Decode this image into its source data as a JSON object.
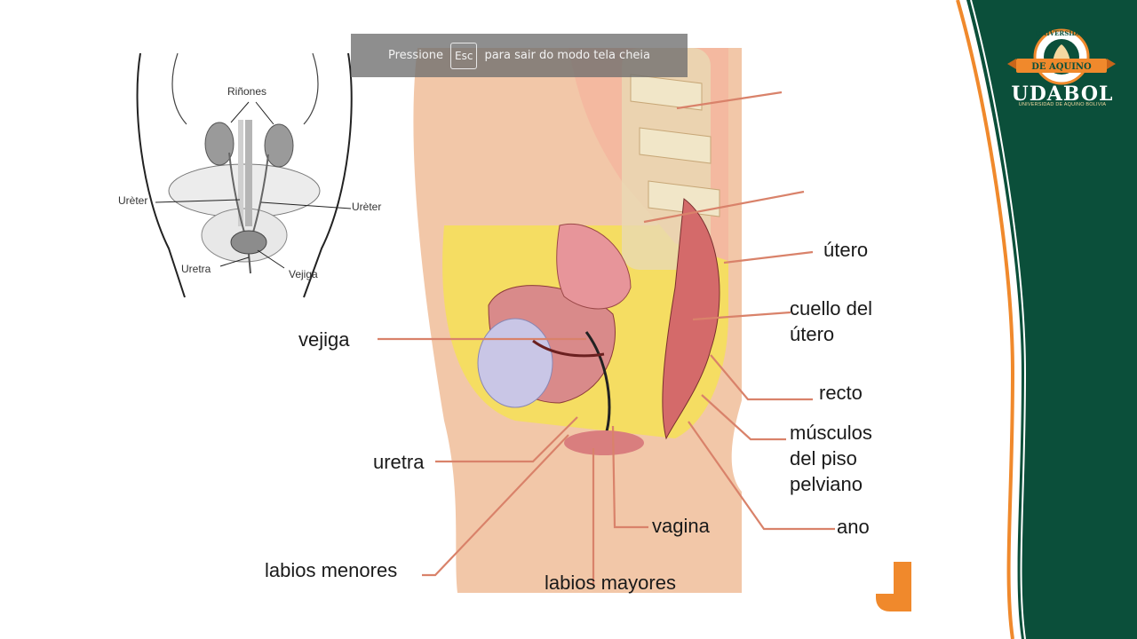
{
  "fullscreen_toast": {
    "prefix": "Pressione",
    "key": "Esc",
    "suffix": "para sair do modo tela cheia"
  },
  "logo": {
    "arc_text": "UNIVERSIDAD",
    "ribbon_text": "DE AQUINO",
    "country": "Bolivia",
    "wordmark": "UDABOL",
    "subtitle": "UNIVERSIDAD DE AQUINO BOLIVIA"
  },
  "small_figure_labels": {
    "kidneys": "Riñones",
    "ureter_left": "Urèter",
    "ureter_right": "Urèter",
    "urethra": "Uretra",
    "bladder": "Vejiga"
  },
  "main_figure_labels": {
    "uterus": "útero",
    "cervix_line1": "cuello del",
    "cervix_line2": "útero",
    "bladder": "vejiga",
    "rectum": "recto",
    "muscles_line1": "músculos",
    "muscles_line2": "del  piso",
    "muscles_line3": "pelviano",
    "urethra": "uretra",
    "vagina": "vagina",
    "anus": "ano",
    "labia_minora": "labios menores",
    "labia_majora": "labios mayores"
  },
  "colors": {
    "brand_green": "#0b4f3a",
    "brand_orange": "#f0892c",
    "leader_line": "#d9826a",
    "skin": "#f2c7a8",
    "fat_yellow": "#f5df5a"
  }
}
